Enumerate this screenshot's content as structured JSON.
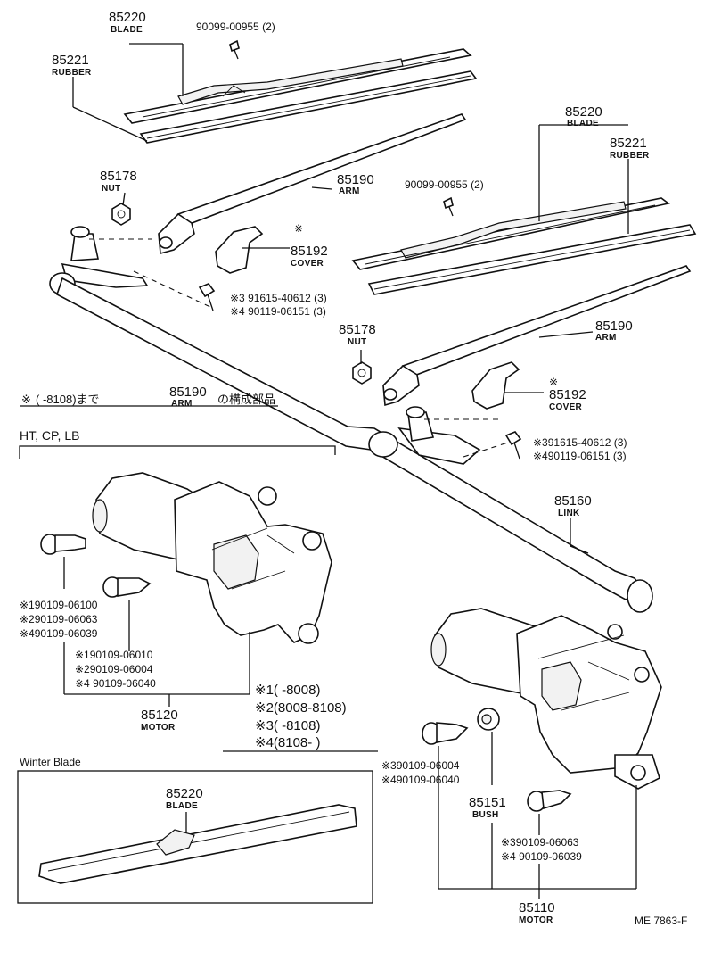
{
  "labels": {
    "blade_top_pn": "85220",
    "blade_top_nm": "BLADE",
    "screw_top_left": "90099-00955 (2)",
    "rubber_top_pn": "85221",
    "rubber_top_nm": "RUBBER",
    "nut_left_pn": "85178",
    "nut_left_nm": "NUT",
    "arm_left_pn": "85190",
    "arm_left_nm": "ARM",
    "cover_left_mark": "※",
    "cover_left_pn": "85192",
    "cover_left_nm": "COVER",
    "bolt_left_1": "※3 91615-40612 (3)",
    "bolt_left_2": "※4 90119-06151 (3)",
    "blade_right_pn": "85220",
    "blade_right_nm": "BLADE",
    "rubber_right_pn": "85221",
    "rubber_right_nm": "RUBBER",
    "screw_right": "90099-00955 (2)",
    "arm_right_pn": "85190",
    "arm_right_nm": "ARM",
    "nut_right_pn": "85178",
    "nut_right_nm": "NUT",
    "cover_right_mark": "※",
    "cover_right_pn": "85192",
    "cover_right_nm": "COVER",
    "bolt_right_1": "※391615-40612 (3)",
    "bolt_right_2": "※490119-06151 (3)",
    "link_pn": "85160",
    "link_nm": "LINK",
    "note_mark": "※",
    "note_range": "(      -8108)まで",
    "note_pn": "85190",
    "note_nm": "ARM",
    "note_tail": "の構成部品",
    "group_title": "HT, CP, LB",
    "m1_bolt_a1": "※190109-06100",
    "m1_bolt_a2": "※290109-06063",
    "m1_bolt_a3": "※490109-06039",
    "m1_bolt_b1": "※190109-06010",
    "m1_bolt_b2": "※290109-06004",
    "m1_bolt_b3": "※4 90109-06040",
    "motor1_pn": "85120",
    "motor1_nm": "MOTOR",
    "legend_1": "※1(      -8008)",
    "legend_2": "※2(8008-8108)",
    "legend_3": "※3(      -8108)",
    "legend_4": "※4(8108-      )",
    "m2_bolt_a1": "※390109-06004",
    "m2_bolt_a2": "※490109-06040",
    "bush_pn": "85151",
    "bush_nm": "BUSH",
    "m2_bolt_b1": "※390109-06063",
    "m2_bolt_b2": "※4 90109-06039",
    "motor2_pn": "85110",
    "motor2_nm": "MOTOR",
    "winter_title": "Winter Blade",
    "winter_blade_pn": "85220",
    "winter_blade_nm": "BLADE",
    "diagram_code": "ME 7863-F"
  }
}
